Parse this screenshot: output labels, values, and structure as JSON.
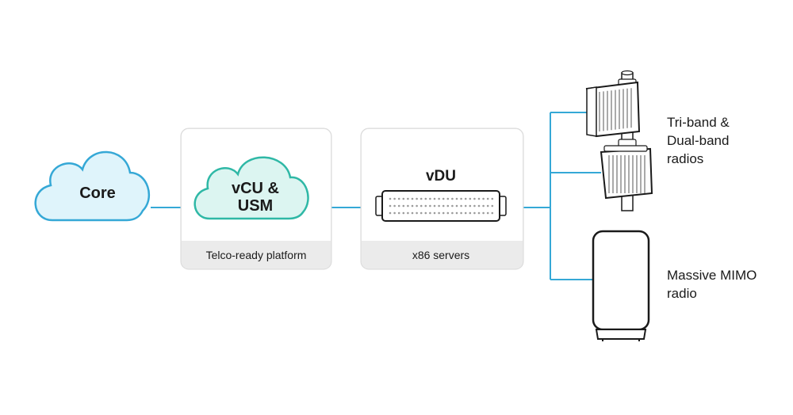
{
  "nodes": {
    "core": {
      "label": "Core"
    },
    "vcu": {
      "label_line1": "vCU &",
      "label_line2": "USM"
    },
    "platform": {
      "caption": "Telco-ready platform"
    },
    "vdu": {
      "title": "vDU",
      "caption": "x86 servers"
    }
  },
  "radios": {
    "triband_label_1": "Tri-band &",
    "triband_label_2": "Dual-band",
    "triband_label_3": "radios",
    "mimo_label_1": "Massive MIMO",
    "mimo_label_2": "radio"
  },
  "colors": {
    "connector": "#35a8d6",
    "core_fill": "#dff4fb",
    "core_stroke": "#35a8d6",
    "vcu_fill": "#dcf5f1",
    "vcu_stroke": "#2fb8a6",
    "panel_fill": "#ebebeb",
    "panel_border": "#d6d6d6",
    "ink": "#1a1a1a"
  },
  "icons": [
    "cloud-icon",
    "server-rack-icon",
    "radio-unit-icon",
    "massive-mimo-icon"
  ]
}
